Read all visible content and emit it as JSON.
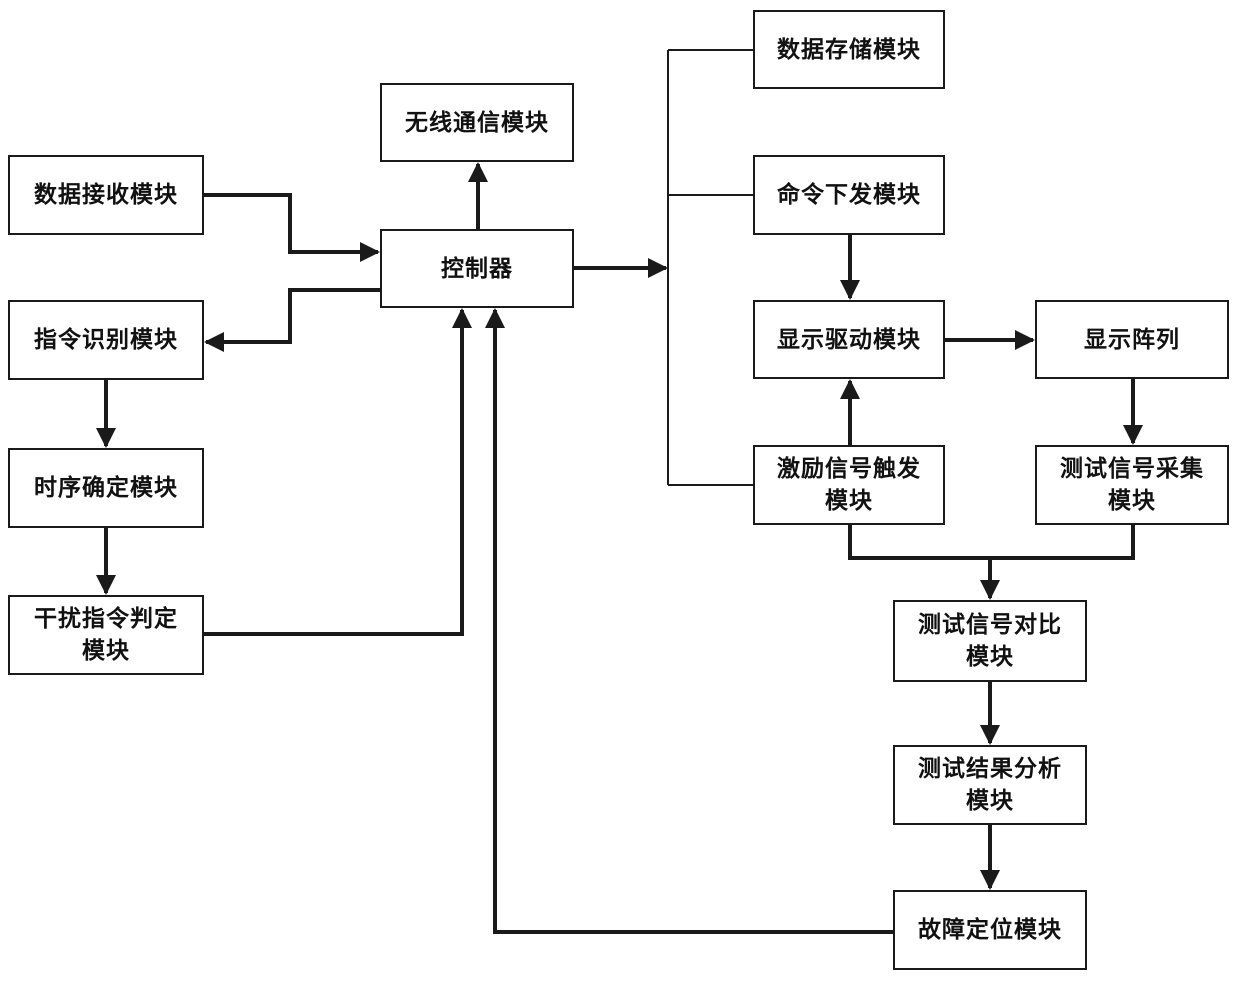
{
  "modules": {
    "data_receive": "数据接收模块",
    "command_recognition": "指令识别模块",
    "timing_determination": "时序确定模块",
    "interference_judgment": "干扰指令判定模块",
    "wireless_comm": "无线通信模块",
    "controller": "控制器",
    "data_storage": "数据存储模块",
    "command_issue": "命令下发模块",
    "display_driver": "显示驱动模块",
    "display_array": "显示阵列",
    "excitation_trigger": "激励信号触发模块",
    "test_signal_collect": "测试信号采集模块",
    "test_signal_compare": "测试信号对比模块",
    "test_result_analysis": "测试结果分析模块",
    "fault_location": "故障定位模块"
  },
  "colors": {
    "line": "#1a1a1a",
    "box_border": "#1a1a1a",
    "background": "#ffffff"
  }
}
